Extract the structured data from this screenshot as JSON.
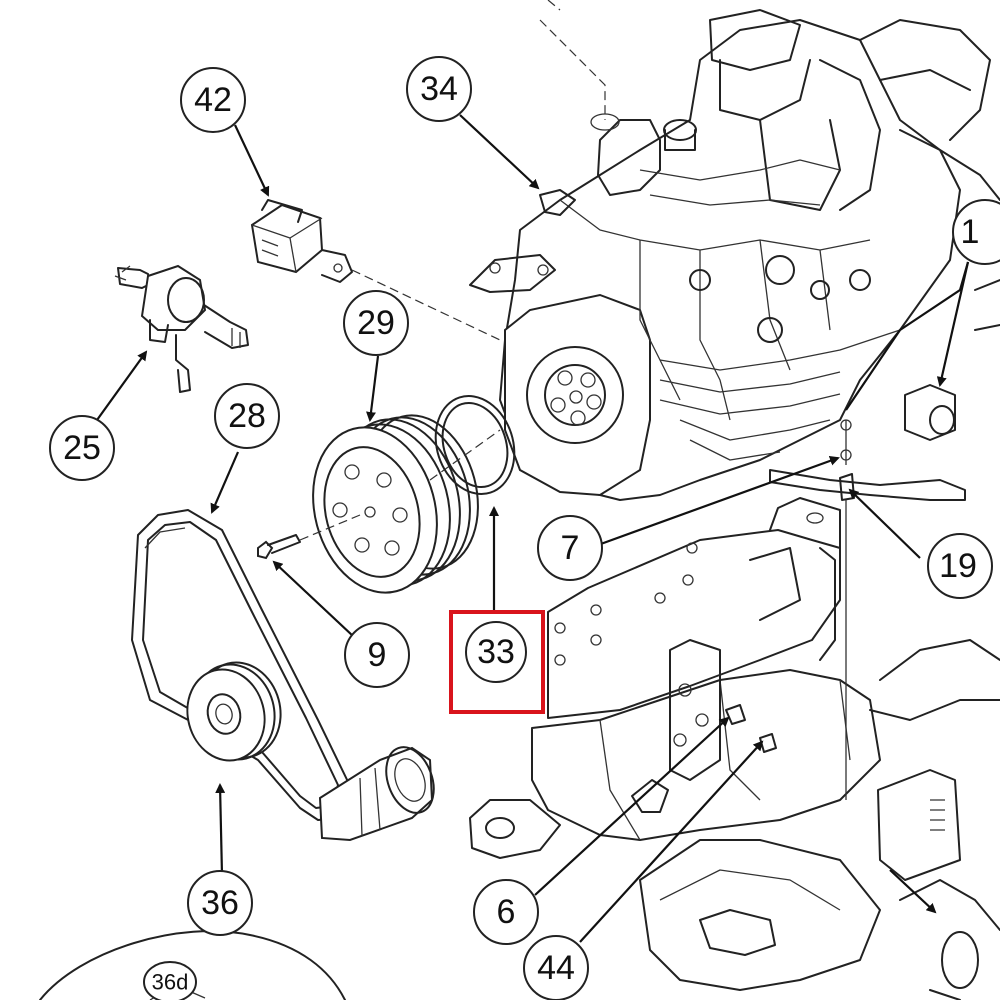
{
  "highlight_color": "#d9141c",
  "callouts": {
    "c42": "42",
    "c34": "34",
    "c1": "1",
    "c29": "29",
    "c25": "25",
    "c28": "28",
    "c9": "9",
    "c7": "7",
    "c19": "19",
    "c33": "33",
    "c6": "6",
    "c44": "44",
    "c36": "36",
    "c36d": "36d"
  },
  "highlighted_callout": "33"
}
